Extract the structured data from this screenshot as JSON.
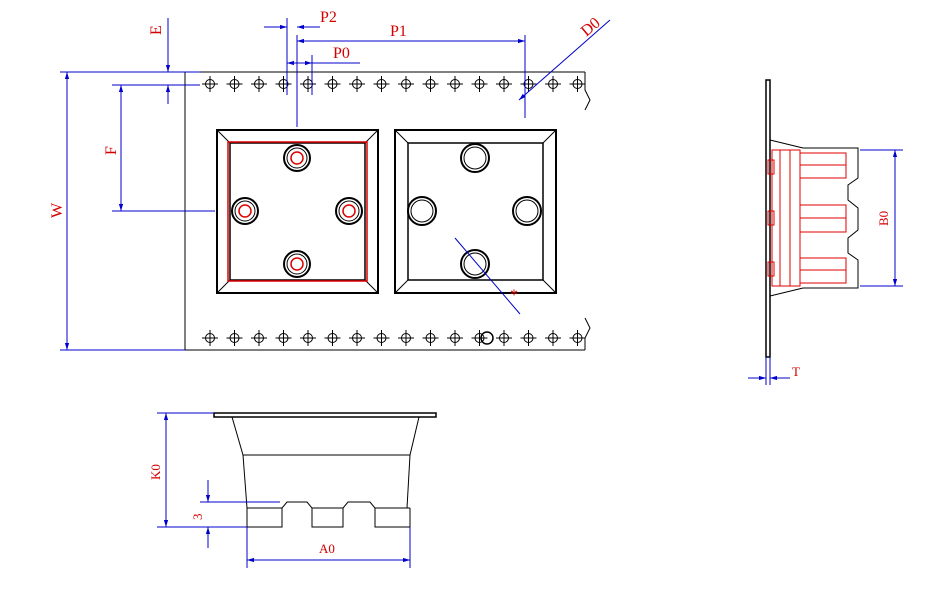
{
  "colors": {
    "outline": "#000000",
    "dimension": "#0000cc",
    "label": "#d40000",
    "pocket_detail": "#e00000"
  },
  "labels": {
    "p2": "P2",
    "p1": "P1",
    "p0": "P0",
    "d0": "D0",
    "e": "E",
    "f": "F",
    "w": "W",
    "b0": "B0",
    "t": "T",
    "k0": "K0",
    "three": "3",
    "a0": "A0",
    "star": "*"
  }
}
